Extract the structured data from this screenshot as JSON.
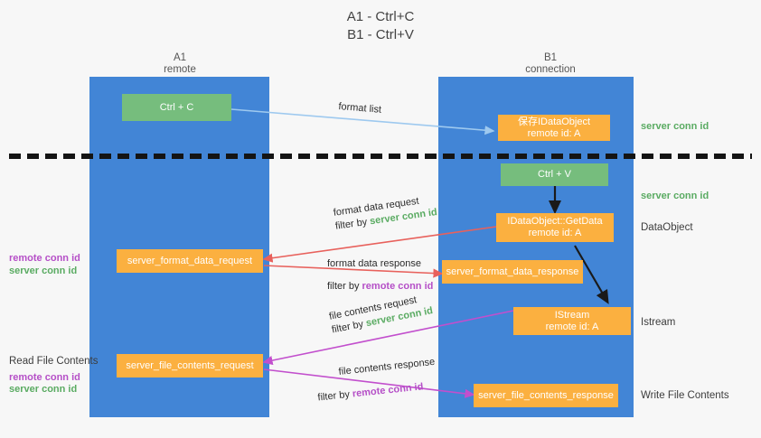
{
  "title": {
    "line1": "A1 - Ctrl+C",
    "line2": "B1 - Ctrl+V"
  },
  "columns": [
    {
      "name": "A1",
      "sub": "remote"
    },
    {
      "name": "B1",
      "sub": "connection"
    }
  ],
  "boxes": {
    "ctrl_c": "Ctrl + C",
    "ctrl_v": "Ctrl + V",
    "save_idataobject_l1": "保存IDataObject",
    "save_idataobject_l2": "remote id: A",
    "getdata_l1": "IDataObject::GetData",
    "getdata_l2": "remote id: A",
    "istream_l1": "IStream",
    "istream_l2": "remote id: A",
    "server_format_data_request": "server_format_data_request",
    "server_format_data_response": "server_format_data_response",
    "server_file_contents_request": "server_file_contents_request",
    "server_file_contents_response": "server_file_contents_response"
  },
  "right_labels": {
    "server_conn_id_top": "server conn id",
    "server_conn_id_mid": "server conn id",
    "dataobject": "DataObject",
    "istream": "Istream",
    "write_file_contents": "Write File Contents"
  },
  "left_labels": {
    "remote_conn_id_1": "remote conn id",
    "server_conn_id_1": "server conn id",
    "read_file_contents": "Read File Contents",
    "remote_conn_id_2": "remote conn id",
    "server_conn_id_2": "server conn id"
  },
  "edges": {
    "format_list": "format list",
    "format_data_request": "format data request",
    "format_data_request_filter_pre": "filter by ",
    "format_data_request_filter_key": "server conn id",
    "format_data_response": "format data response",
    "format_data_response_filter_pre": "filter by ",
    "format_data_response_filter_key": "remote conn id",
    "file_contents_request": "file contents request",
    "file_contents_request_filter_pre": "filter by ",
    "file_contents_request_filter_key": "server conn id",
    "file_contents_response": "file contents response",
    "file_contents_response_filter_pre": "filter by ",
    "file_contents_response_filter_key": "remote conn id"
  },
  "colors": {
    "lane": "#4285d6",
    "green_box": "#76bd7d",
    "orange_box": "#fbb040",
    "light_blue_arrow": "#9ec9ef",
    "red_arrow": "#e8615c",
    "magenta_arrow": "#c24fcd",
    "black_arrow": "#1a1a1a",
    "green_text": "#5aab62",
    "purple_text": "#b54fc7",
    "background": "#f7f7f7"
  }
}
